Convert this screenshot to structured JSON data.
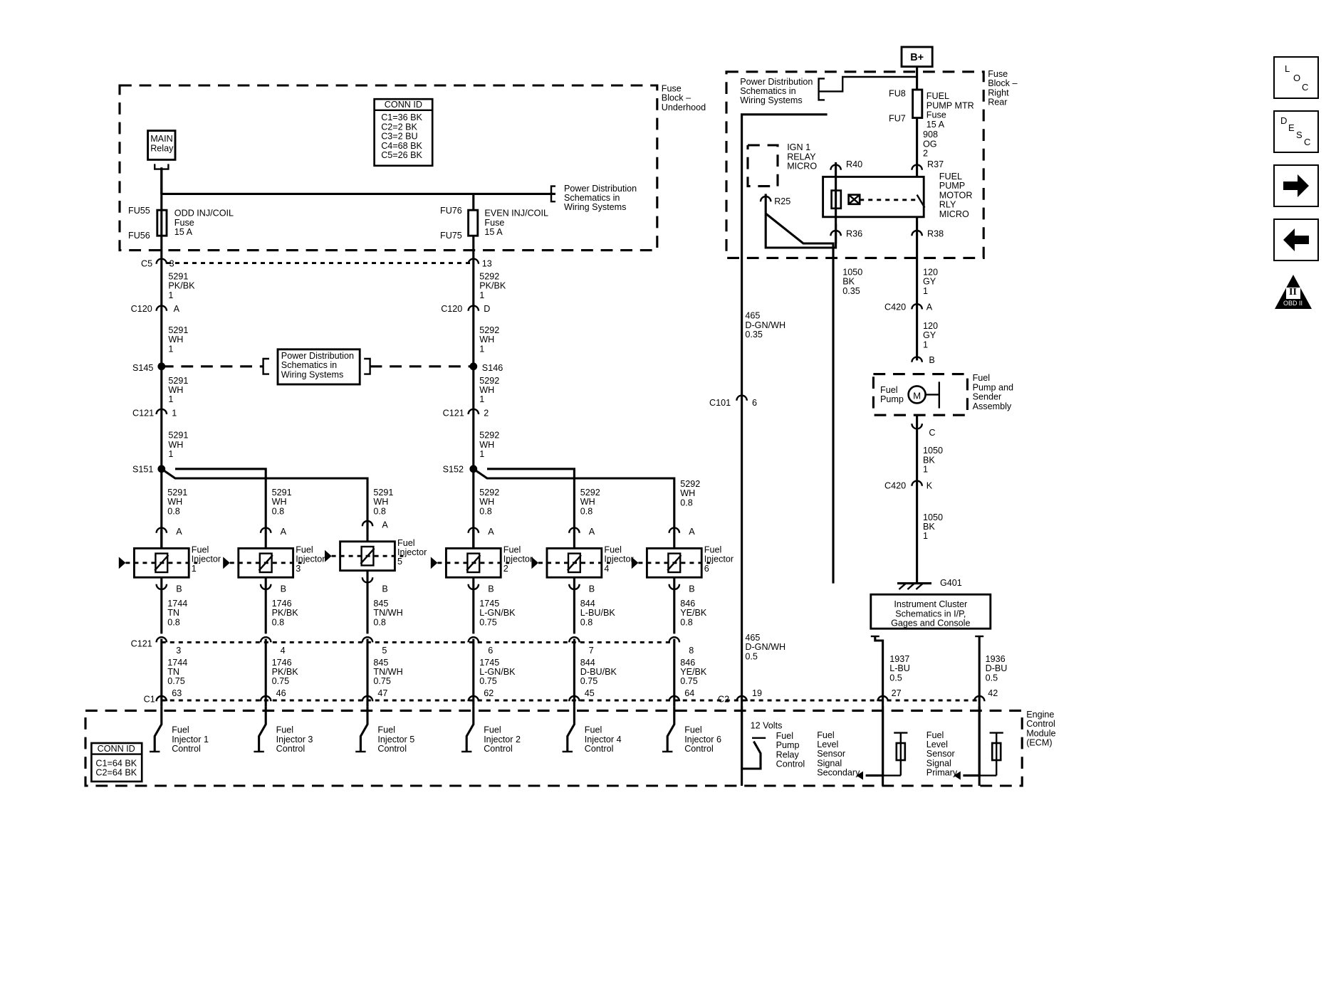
{
  "b_plus": "B+",
  "fuse_block_underhood": [
    "Fuse",
    "Block –",
    "Underhood"
  ],
  "fuse_block_right_rear": [
    "Fuse",
    "Block –",
    "Right",
    "Rear"
  ],
  "ecm_label": [
    "Engine",
    "Control",
    "Module",
    "(ECM)"
  ],
  "conn_id_top": {
    "title": "CONN ID",
    "lines": [
      "C1=36 BK",
      "C2=2 BK",
      "C3=2 BU",
      "C4=68 BK",
      "C5=26 BK"
    ]
  },
  "conn_id_ecm": {
    "title": "CONN ID",
    "lines": [
      "C1=64 BK",
      "C2=64 BK"
    ]
  },
  "main_relay": [
    "MAIN",
    "Relay"
  ],
  "power_dist": [
    "Power Distribution",
    "Schematics in",
    "Wiring Systems"
  ],
  "odd_fuse": {
    "fu_top": "FU55",
    "fu_bottom": "FU56",
    "lines": [
      "ODD INJ/COIL",
      "Fuse",
      "15 A"
    ]
  },
  "even_fuse": {
    "fu_top": "FU76",
    "fu_bottom": "FU75",
    "lines": [
      "EVEN INJ/COIL",
      "Fuse",
      "15 A"
    ]
  },
  "fuel_pump_fuse": {
    "fu_top": "FU8",
    "fu_bottom": "FU7",
    "lines": [
      "FUEL",
      "PUMP MTR",
      "Fuse",
      "15 A"
    ]
  },
  "ign_relay": [
    "IGN 1",
    "RELAY",
    "MICRO"
  ],
  "fp_relay": [
    "FUEL",
    "PUMP",
    "MOTOR",
    "RLY",
    "MICRO"
  ],
  "relay_pins": {
    "r40": "R40",
    "r37": "R37",
    "r25": "R25",
    "r36": "R36",
    "r38": "R38"
  },
  "connectors": {
    "c5": "C5",
    "c120": "C120",
    "c121": "C121",
    "c1": "C1",
    "c2": "C2",
    "c420": "C420",
    "c101": "C101",
    "s145": "S145",
    "s146": "S146",
    "s151": "S151",
    "s152": "S152",
    "g401": "G401"
  },
  "pins": {
    "c5_left": "3",
    "c5_right": "13",
    "c120_left": "A",
    "c120_right": "D",
    "c121_left": "1",
    "c121_right": "2",
    "c420_a": "A",
    "c420_k": "K",
    "fp_b": "B",
    "fp_c": "C",
    "c101": "6",
    "c2_19": "19",
    "c2_27": "27",
    "c2_42": "42"
  },
  "wires": {
    "w5291_pkbk": [
      "5291",
      "PK/BK",
      "1"
    ],
    "w5292_pkbk": [
      "5292",
      "PK/BK",
      "1"
    ],
    "w5291_wh1": [
      "5291",
      "WH",
      "1"
    ],
    "w5292_wh1": [
      "5292",
      "WH",
      "1"
    ],
    "w5291_wh08": [
      "5291",
      "WH",
      "0.8"
    ],
    "w5292_wh08": [
      "5292",
      "WH",
      "0.8"
    ],
    "w908": [
      "908",
      "OG",
      "2"
    ],
    "w120": [
      "120",
      "GY",
      "1"
    ],
    "w1050_035": [
      "1050",
      "BK",
      "0.35"
    ],
    "w1050_1": [
      "1050",
      "BK",
      "1"
    ],
    "w465_035": [
      "465",
      "D-GN/WH",
      "0.35"
    ],
    "w465_05": [
      "465",
      "D-GN/WH",
      "0.5"
    ],
    "w1937": [
      "1937",
      "L-BU",
      "0.5"
    ],
    "w1936": [
      "1936",
      "D-BU",
      "0.5"
    ]
  },
  "injectors": [
    {
      "name": [
        "Fuel",
        "Injector",
        "1"
      ],
      "top": [
        "1744",
        "TN",
        "0.8"
      ],
      "c121_pin": "3",
      "bottom": [
        "1744",
        "TN",
        "0.75"
      ],
      "c1_pin": "63",
      "ecm": [
        "Fuel",
        "Injector 1",
        "Control"
      ]
    },
    {
      "name": [
        "Fuel",
        "Injector",
        "3"
      ],
      "top": [
        "1746",
        "PK/BK",
        "0.8"
      ],
      "c121_pin": "4",
      "bottom": [
        "1746",
        "PK/BK",
        "0.75"
      ],
      "c1_pin": "46",
      "ecm": [
        "Fuel",
        "Injector 3",
        "Control"
      ]
    },
    {
      "name": [
        "Fuel",
        "Injector",
        "5"
      ],
      "top": [
        "845",
        "TN/WH",
        "0.8"
      ],
      "c121_pin": "5",
      "bottom": [
        "845",
        "TN/WH",
        "0.75"
      ],
      "c1_pin": "47",
      "ecm": [
        "Fuel",
        "Injector 5",
        "Control"
      ]
    },
    {
      "name": [
        "Fuel",
        "Injector",
        "2"
      ],
      "top": [
        "1745",
        "L-GN/BK",
        "0.75"
      ],
      "c121_pin": "6",
      "bottom": [
        "1745",
        "L-GN/BK",
        "0.75"
      ],
      "c1_pin": "62",
      "ecm": [
        "Fuel",
        "Injector 2",
        "Control"
      ]
    },
    {
      "name": [
        "Fuel",
        "Injector",
        "4"
      ],
      "top": [
        "844",
        "L-BU/BK",
        "0.8"
      ],
      "c121_pin": "7",
      "bottom": [
        "844",
        "D-BU/BK",
        "0.75"
      ],
      "c1_pin": "45",
      "ecm": [
        "Fuel",
        "Injector 4",
        "Control"
      ]
    },
    {
      "name": [
        "Fuel",
        "Injector",
        "6"
      ],
      "top": [
        "846",
        "YE/BK",
        "0.8"
      ],
      "c121_pin": "8",
      "bottom": [
        "846",
        "YE/BK",
        "0.75"
      ],
      "c1_pin": "64",
      "ecm": [
        "Fuel",
        "Injector 6",
        "Control"
      ]
    }
  ],
  "injector_pins": {
    "a": "A",
    "b": "B"
  },
  "fuel_pump": {
    "label": [
      "Fuel",
      "Pump"
    ],
    "motor": "M",
    "assembly": [
      "Fuel",
      "Pump and",
      "Sender",
      "Assembly"
    ]
  },
  "cluster": [
    "Instrument Cluster",
    "Schematics in I/P,",
    "Gages and Console"
  ],
  "ecm_signals": {
    "volts": "12 Volts",
    "fp_relay_ctrl": [
      "Fuel",
      "Pump",
      "Relay",
      "Control"
    ],
    "secondary": [
      "Fuel",
      "Level",
      "Sensor",
      "Signal",
      "Secondary"
    ],
    "primary": [
      "Fuel",
      "Level",
      "Sensor",
      "Signal",
      "Primary"
    ]
  },
  "side_buttons": {
    "loc": [
      "L",
      "O",
      "C"
    ],
    "desc": [
      "D",
      "E",
      "S",
      "C"
    ],
    "obd": "OBD II",
    "obd_mark": "II"
  }
}
